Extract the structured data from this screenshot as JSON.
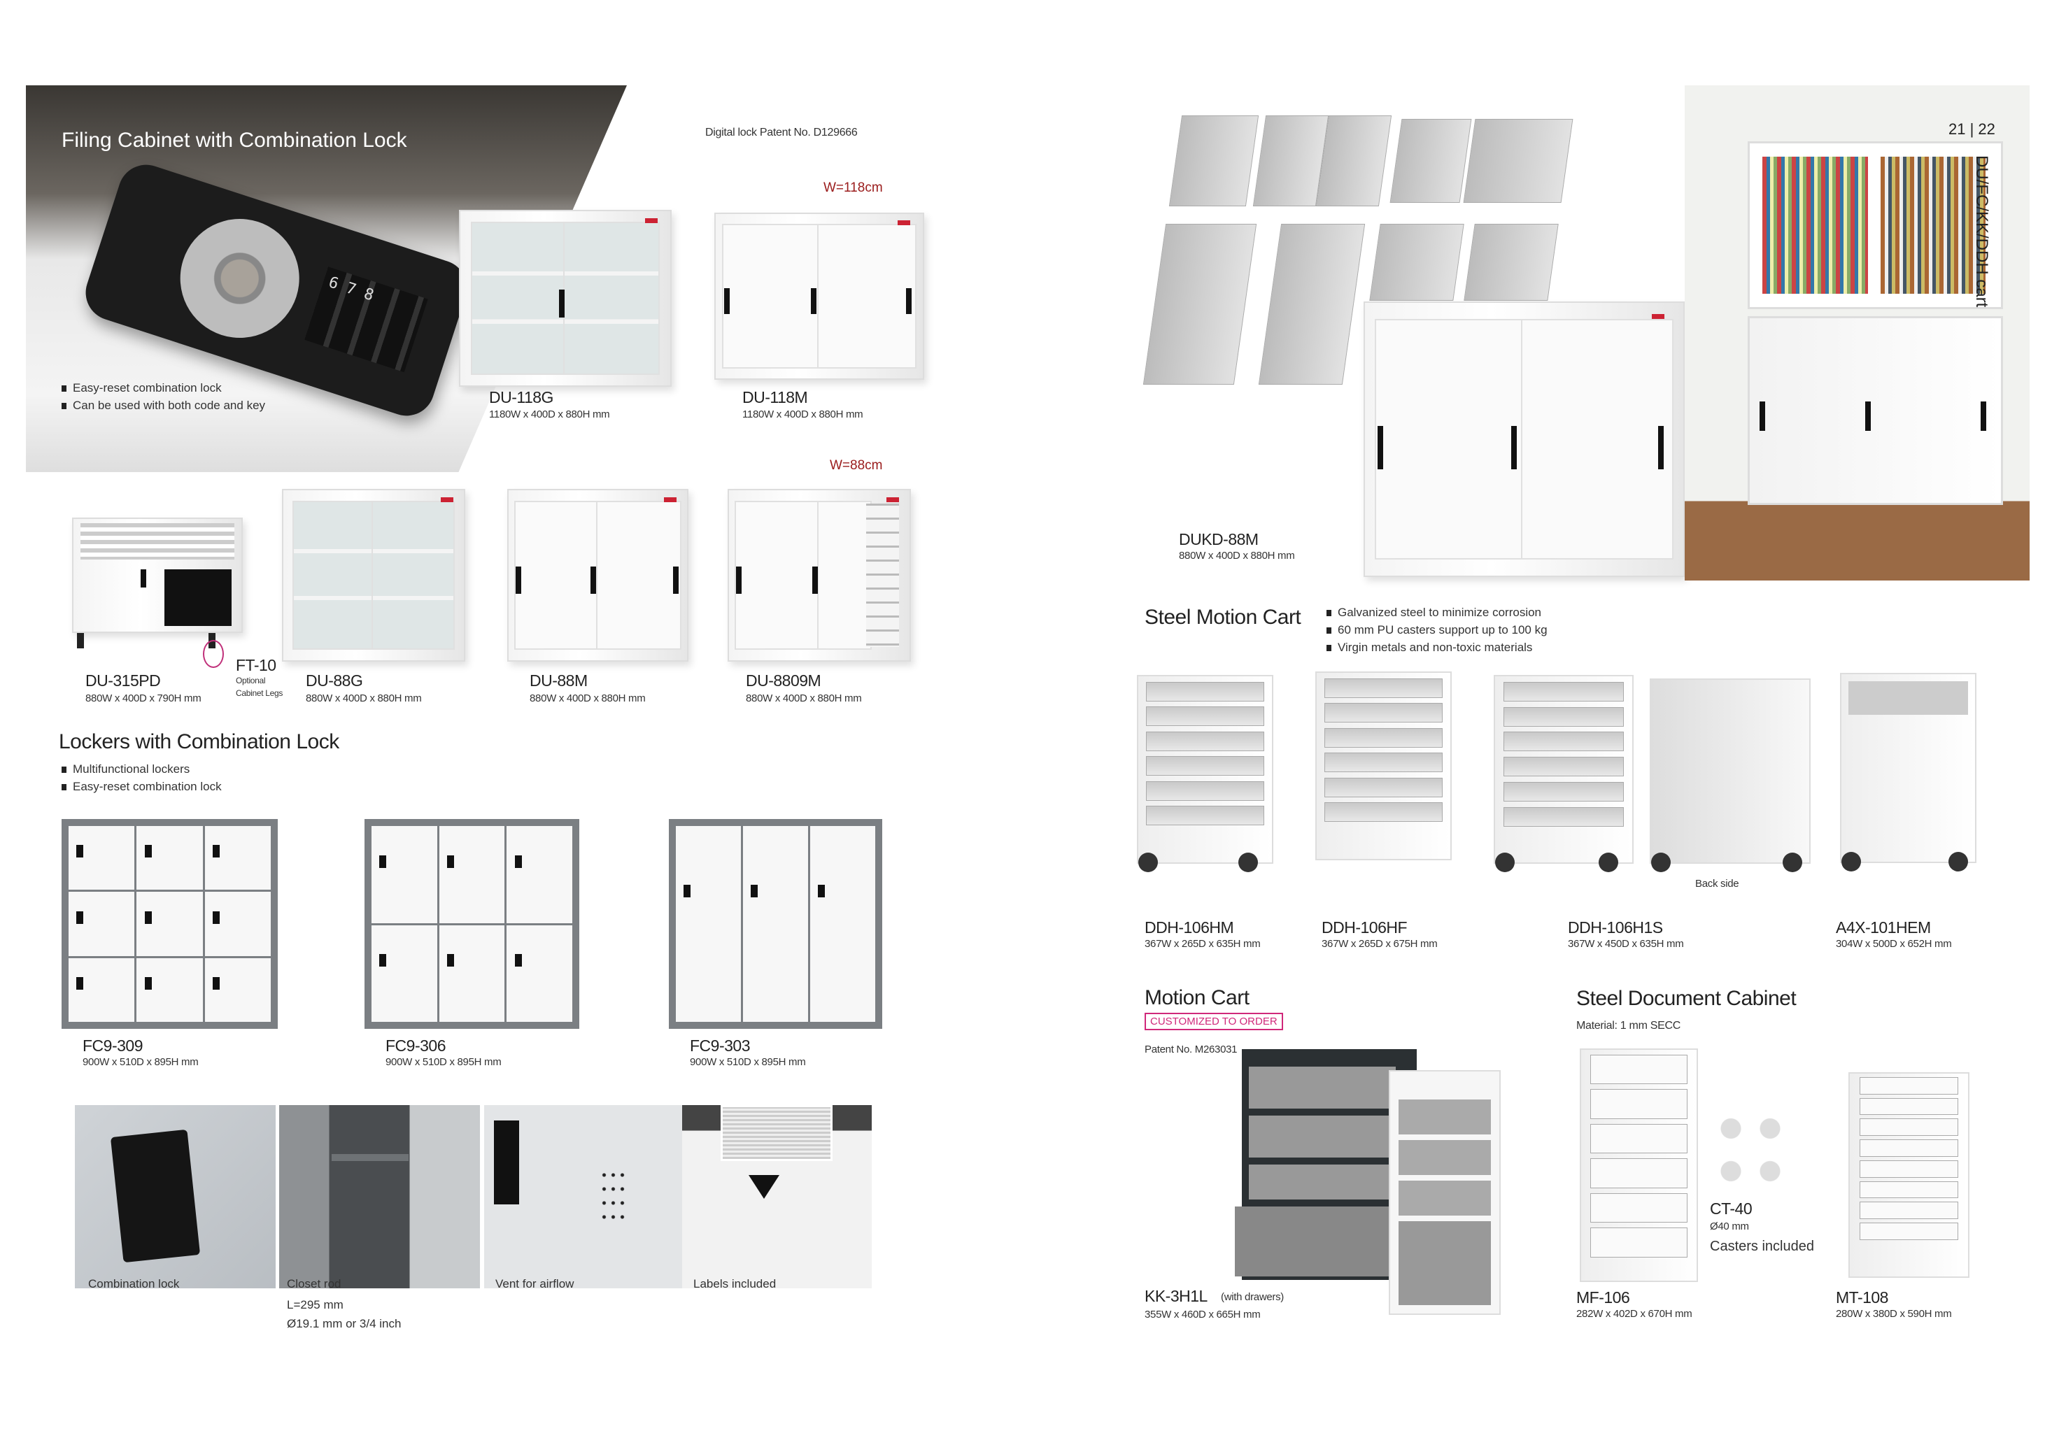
{
  "left": {
    "banner": {
      "title": "Filing Cabinet with Combination Lock",
      "features": [
        "Easy-reset combination lock",
        "Can be used with both code and key"
      ],
      "lock_digits": "6 7 8"
    },
    "patent": "Digital lock Patent No.  D129666",
    "width_118": "W=118cm",
    "width_88": "W=88cm",
    "row1": [
      {
        "model": "DU-118G",
        "dims": "1180W x 400D x 880H mm"
      },
      {
        "model": "DU-118M",
        "dims": "1180W x 400D x 880H mm"
      }
    ],
    "row2": [
      {
        "model": "DU-315PD",
        "dims": "880W x 400D x 790H mm"
      },
      {
        "model": "DU-88G",
        "dims": "880W x 400D x 880H mm"
      },
      {
        "model": "DU-88M",
        "dims": "880W x 400D x 880H mm"
      },
      {
        "model": "DU-8809M",
        "dims": "880W x 400D x 880H mm"
      }
    ],
    "legs": {
      "model": "FT-10",
      "line1": "Optional",
      "line2": "Cabinet Legs"
    },
    "lockers": {
      "title": "Lockers with Combination Lock",
      "features": [
        "Multifunctional lockers",
        "Easy-reset combination lock"
      ],
      "items": [
        {
          "model": "FC9-309",
          "dims": "900W x 510D x 895H mm"
        },
        {
          "model": "FC9-306",
          "dims": "900W x 510D x 895H mm"
        },
        {
          "model": "FC9-303",
          "dims": "900W x 510D x 895H mm"
        }
      ]
    },
    "details": [
      {
        "caption": "Combination lock"
      },
      {
        "caption": "Closet rod",
        "extra": [
          "L=295 mm",
          "Ø19.1 mm or 3/4 inch"
        ]
      },
      {
        "caption": "Vent for airflow"
      },
      {
        "caption": "Labels included"
      }
    ]
  },
  "right": {
    "page_numbers": "21 | 22",
    "section_tab": "DU/FC/KK/DDH cart",
    "dukd": {
      "model": "DUKD-88M",
      "dims": "880W x 400D x 880H mm"
    },
    "steel_cart": {
      "title": "Steel Motion Cart",
      "features": [
        "Galvanized steel to minimize corrosion",
        "60 mm PU casters support up to 100 kg",
        "Virgin metals and non-toxic materials"
      ],
      "back_side": "Back side",
      "items": [
        {
          "model": "DDH-106HM",
          "dims": "367W x 265D x 635H mm"
        },
        {
          "model": "DDH-106HF",
          "dims": "367W x 265D x 675H mm"
        },
        {
          "model": "DDH-106H1S",
          "dims": "367W x 450D x 635H mm"
        },
        {
          "model": "A4X-101HEM",
          "dims": "304W x 500D x 652H mm"
        }
      ]
    },
    "motion_cart": {
      "title": "Motion Cart",
      "badge": "CUSTOMIZED TO ORDER",
      "patent": "Patent No. M263031",
      "model": "KK-3H1L",
      "note": "(with drawers)",
      "dims": "355W x 460D x 665H mm"
    },
    "doc_cabinet": {
      "title": "Steel Document Cabinet",
      "material": "Material: 1  mm SECC",
      "items": [
        {
          "model": "MF-106",
          "dims": "282W x 402D x 670H mm"
        },
        {
          "model": "MT-108",
          "dims": "280W x 380D x 590H mm"
        }
      ],
      "casters": {
        "model": "CT-40",
        "size": "Ø40 mm",
        "note": "Casters included"
      }
    }
  },
  "colors": {
    "accent_red": "#9a1b1b",
    "badge": "#d0287a"
  }
}
